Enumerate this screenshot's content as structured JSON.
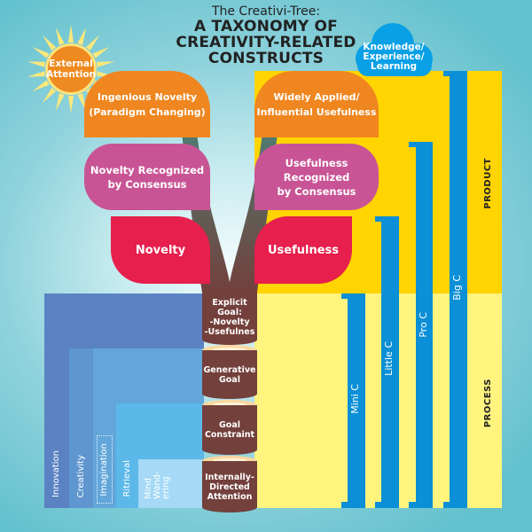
{
  "title": {
    "subtitle": "The Creativi-Tree:",
    "line1": "A TAXONOMY OF",
    "line2": "CREATIVITY-RELATED",
    "line3": "CONSTRUCTS"
  },
  "sun": {
    "label_line1": "External",
    "label_line2": "Attention"
  },
  "cloud": {
    "line1": "Knowledge/",
    "line2": "Experience/",
    "line3": "Learning"
  },
  "leaves": {
    "ingenious_novelty": {
      "line1": "Ingenious Novelty",
      "line2": "(Paradigm Changing)"
    },
    "widely_applied": {
      "line1": "Widely Applied/",
      "line2": "Influential Usefulness"
    },
    "novelty_recognized": {
      "line1": "Novelty Recognized",
      "line2": "by Consensus"
    },
    "usefulness_recognized": {
      "line1": "Usefulness Recognized",
      "line2": "by Consensus"
    },
    "novelty": "Novelty",
    "usefulness": "Usefulness"
  },
  "trunk": [
    {
      "line1": "Explicit Goal:",
      "line2": "-Novelty",
      "line3": "-Usefulnes"
    },
    {
      "line1": "Generative",
      "line2": "Goal"
    },
    {
      "line1": "Goal",
      "line2": "Constraint"
    },
    {
      "line1": "Internally-",
      "line2": "Directed",
      "line3": "Attention"
    }
  ],
  "nested_boxes": [
    {
      "label": "Innovation",
      "color": "#5b82c2"
    },
    {
      "label": "Creativity",
      "color": "#5f96cf"
    },
    {
      "label": "Imagination",
      "color": "#62a6da"
    },
    {
      "label": "Ritrieval",
      "color": "#5bb8e8"
    },
    {
      "label_line1": "Mind",
      "label_line2": "Wand-",
      "label_line3": "ering",
      "color": "#a5d9f5"
    }
  ],
  "c_levels": [
    {
      "label": "Mini C"
    },
    {
      "label": "Little C"
    },
    {
      "label": "Pro C"
    },
    {
      "label": "Big C"
    }
  ],
  "sections": {
    "product": "PRODUCT",
    "process": "PROCESS"
  },
  "colors": {
    "product": "#ffd400",
    "process": "#fff47e",
    "bar": "#0b8fd6",
    "orange_leaf": "#ef861f",
    "pink_leaf": "#c85495",
    "red_leaf": "#e61f4c",
    "trunk": "#73403c"
  }
}
